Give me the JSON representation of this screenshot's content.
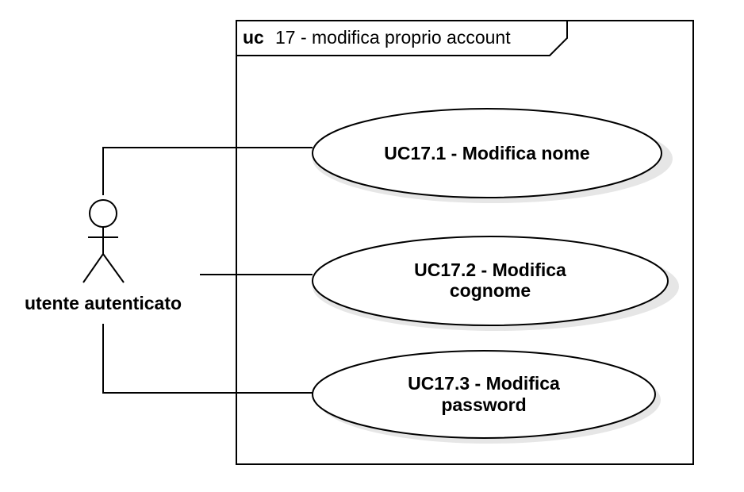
{
  "frame": {
    "keyword": "uc",
    "title": "17 - modifica proprio account"
  },
  "actor": {
    "name": "utente autenticato"
  },
  "use_cases": [
    {
      "id": "uc17-1",
      "lines": [
        "UC17.1 - Modifica nome"
      ]
    },
    {
      "id": "uc17-2",
      "lines": [
        "UC17.2 - Modifica",
        "cognome"
      ]
    },
    {
      "id": "uc17-3",
      "lines": [
        "UC17.3 - Modifica",
        "password"
      ]
    }
  ],
  "colors": {
    "stroke": "#000000",
    "fill": "#ffffff",
    "shadow": "#e6e6e6",
    "text": "#000000"
  }
}
